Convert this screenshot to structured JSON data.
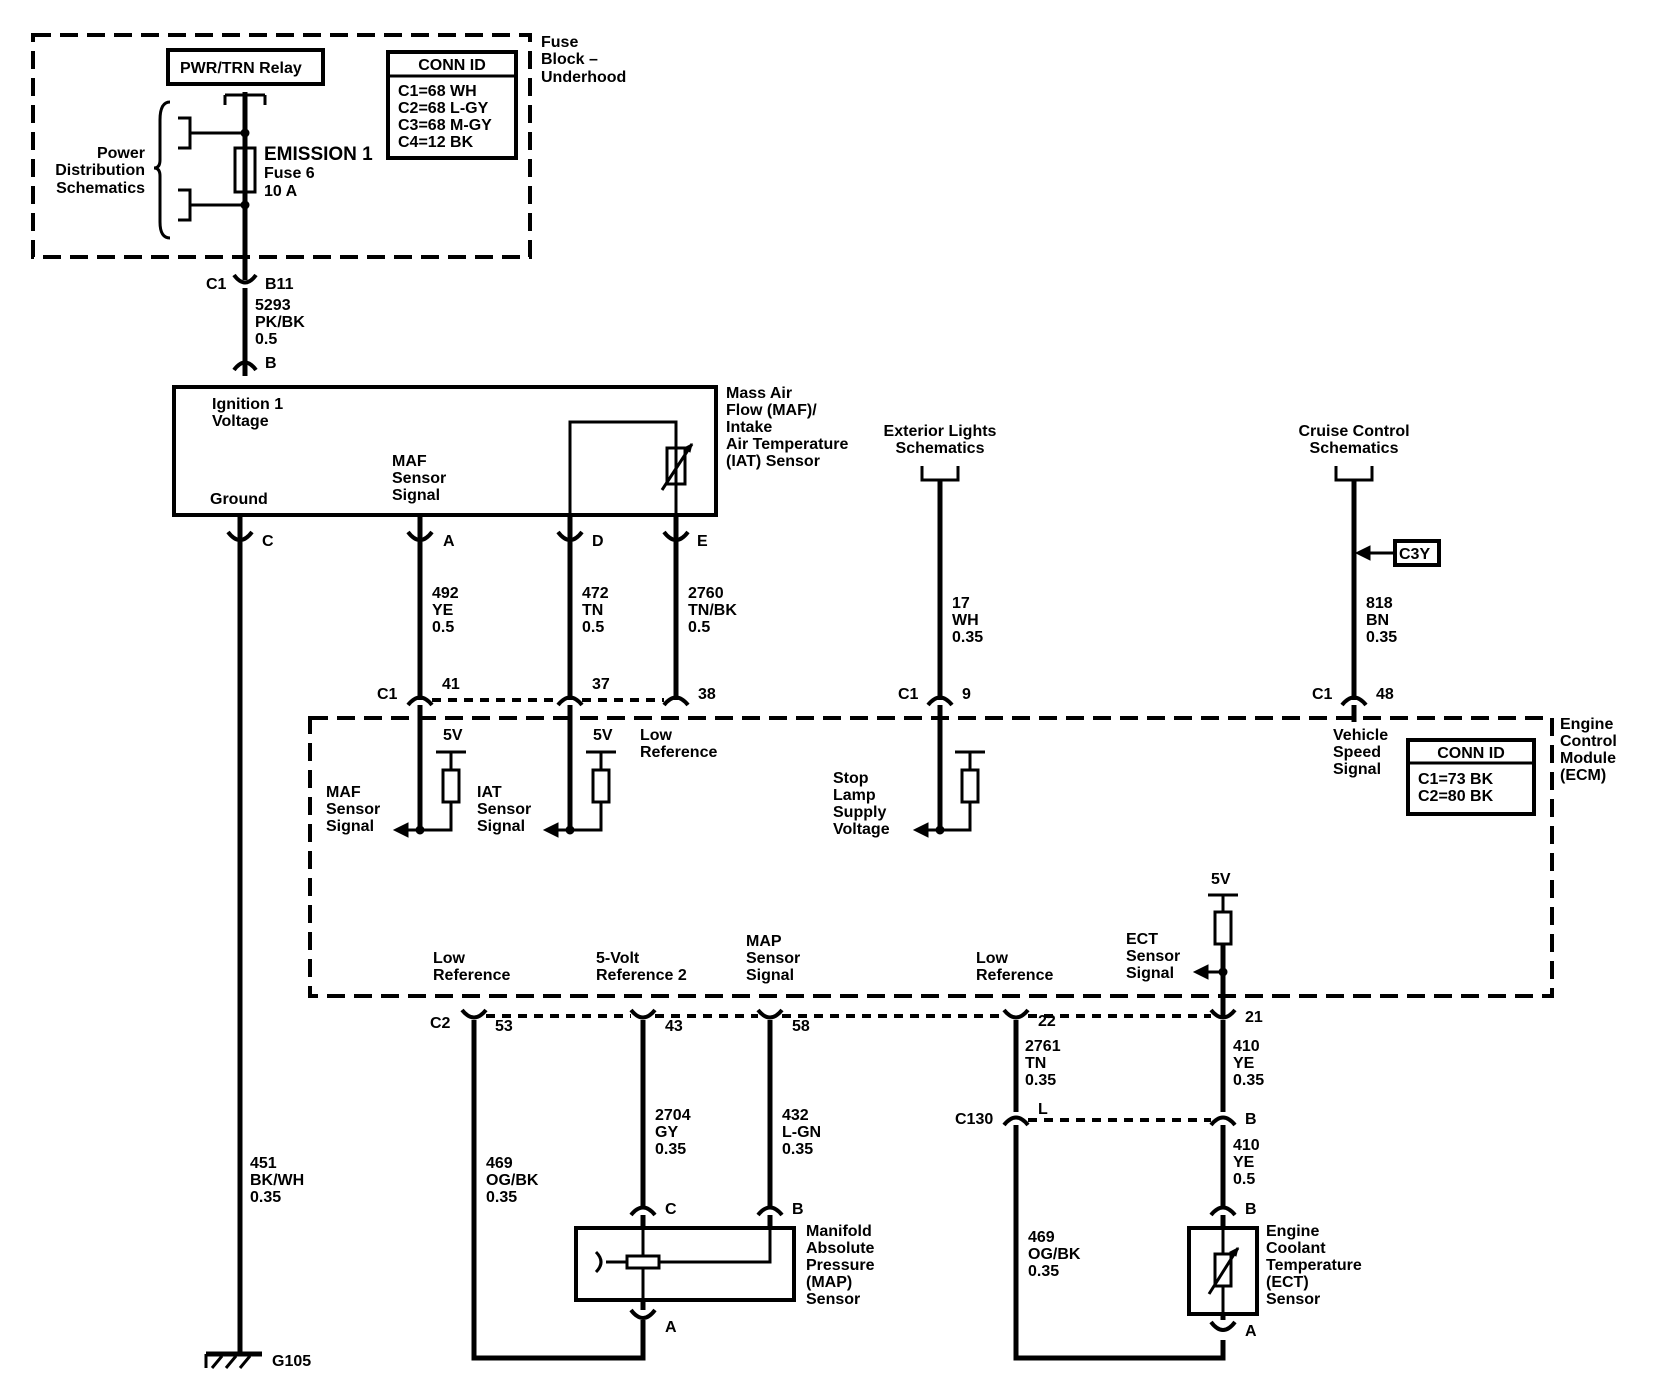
{
  "fuse_block": {
    "title": [
      "Fuse",
      "Block –",
      "Underhood"
    ],
    "relay": "PWR/TRN Relay",
    "power_dist": [
      "Power",
      "Distribution",
      "Schematics"
    ],
    "fuse_name": "EMISSION 1",
    "fuse_num": "Fuse 6",
    "fuse_amp": "10 A",
    "conn_title": "CONN ID",
    "conn_list": [
      "C1=68 WH",
      "C2=68 L-GY",
      "C3=68 M-GY",
      "C4=12 BK"
    ]
  },
  "feed": {
    "conn": "C1",
    "pin": "B11",
    "circuit": [
      "5293",
      "PK/BK",
      "0.5"
    ],
    "sensor_pin": "B"
  },
  "maf_sensor": {
    "title": [
      "Mass Air",
      "Flow (MAF)/",
      "Intake",
      "Air Temperature",
      "(IAT) Sensor"
    ],
    "ignition": [
      "Ignition 1",
      "Voltage"
    ],
    "maf_signal": [
      "MAF",
      "Sensor",
      "Signal"
    ],
    "ground": "Ground",
    "pins": [
      "C",
      "A",
      "D",
      "E"
    ]
  },
  "wires_top": [
    {
      "id": "492",
      "color": "YE",
      "size": "0.5"
    },
    {
      "id": "472",
      "color": "TN",
      "size": "0.5"
    },
    {
      "id": "2760",
      "color": "TN/BK",
      "size": "0.5"
    },
    {
      "id": "17",
      "color": "WH",
      "size": "0.35"
    },
    {
      "id": "818",
      "color": "BN",
      "size": "0.35"
    }
  ],
  "ecm_pins_top": {
    "conn": "C1",
    "p41": "41",
    "p37": "37",
    "p38": "38",
    "p9": "9",
    "p48": "48"
  },
  "exterior": [
    "Exterior Lights",
    "Schematics"
  ],
  "cruise": [
    "Cruise Control",
    "Schematics"
  ],
  "c3y": "C3Y",
  "ecm": {
    "title": [
      "Engine",
      "Control",
      "Module",
      "(ECM)"
    ],
    "conn_title": "CONN ID",
    "conn_list": [
      "C1=73 BK",
      "C2=80 BK"
    ],
    "v5": "5V",
    "low_ref": [
      "Low",
      "Reference"
    ],
    "maf_signal": [
      "MAF",
      "Sensor",
      "Signal"
    ],
    "iat_signal": [
      "IAT",
      "Sensor",
      "Signal"
    ],
    "stop_lamp": [
      "Stop",
      "Lamp",
      "Supply",
      "Voltage"
    ],
    "vss": [
      "Vehicle",
      "Speed",
      "Signal"
    ],
    "ect_signal": [
      "ECT",
      "Sensor",
      "Signal"
    ],
    "ref5": [
      "5-Volt",
      "Reference 2"
    ],
    "map_signal": [
      "MAP",
      "Sensor",
      "Signal"
    ]
  },
  "ecm_pins_bottom": {
    "conn": "C2",
    "p53": "53",
    "p43": "43",
    "p58": "58",
    "p22": "22",
    "p21": "21"
  },
  "wires_bottom": {
    "w2704": [
      "2704",
      "GY",
      "0.35"
    ],
    "w432": [
      "432",
      "L-GN",
      "0.35"
    ],
    "w469a": [
      "469",
      "OG/BK",
      "0.35"
    ],
    "w2761": [
      "2761",
      "TN",
      "0.35"
    ],
    "w410a": [
      "410",
      "YE",
      "0.35"
    ],
    "w410b": [
      "410",
      "YE",
      "0.5"
    ],
    "w469b": [
      "469",
      "OG/BK",
      "0.35"
    ],
    "w451": [
      "451",
      "BK/WH",
      "0.35"
    ]
  },
  "c130": {
    "conn": "C130",
    "pin_l": "L",
    "pin_b": "B"
  },
  "map_sensor": {
    "title": [
      "Manifold",
      "Absolute",
      "Pressure",
      "(MAP)",
      "Sensor"
    ],
    "pin_c": "C",
    "pin_b": "B",
    "pin_a": "A"
  },
  "ect_sensor": {
    "title": [
      "Engine",
      "Coolant",
      "Temperature",
      "(ECT)",
      "Sensor"
    ],
    "pin_b": "B",
    "pin_a": "A"
  },
  "ground": "G105"
}
